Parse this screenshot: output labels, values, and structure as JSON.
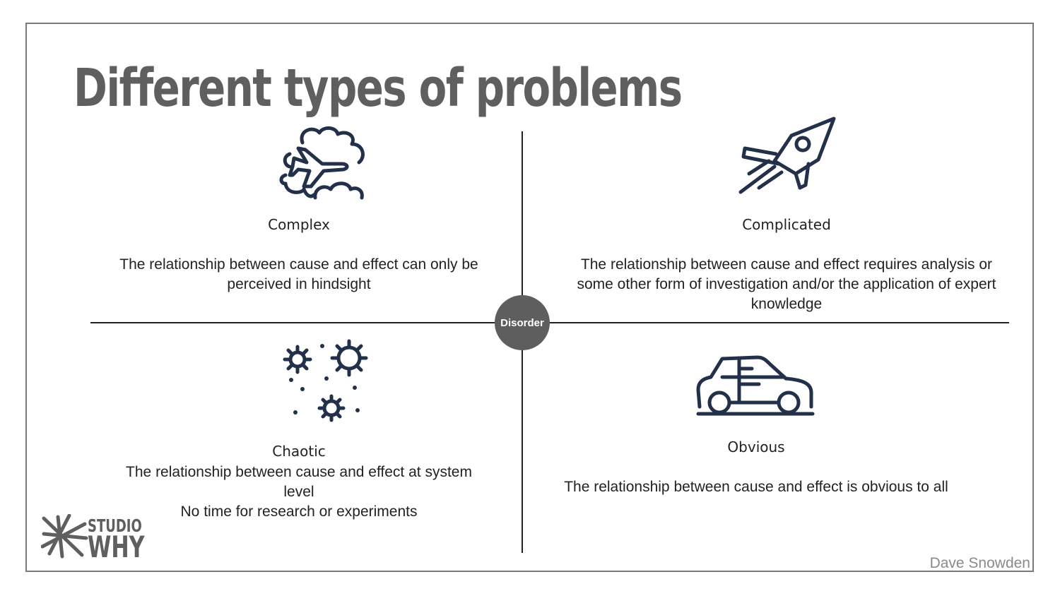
{
  "title": "Different types of problems",
  "center": {
    "label": "Disorder"
  },
  "quadrants": {
    "complex": {
      "icon": "airplane-clouds-icon",
      "label": "Complex",
      "description": [
        "The relationship between cause and effect can only be",
        "perceived in hindsight"
      ]
    },
    "complicated": {
      "icon": "rocket-icon",
      "label": "Complicated",
      "description": [
        "The relationship between cause and effect requires analysis or",
        "some other form of investigation and/or the application of expert",
        "knowledge"
      ]
    },
    "chaotic": {
      "icon": "gears-scattered-icon",
      "label": "Chaotic",
      "description": [
        "The relationship between cause and effect at system",
        "level",
        "No time for research or experiments"
      ]
    },
    "obvious": {
      "icon": "car-icon",
      "label": "Obvious",
      "description": [
        "The relationship between cause and effect is obvious to all"
      ]
    }
  },
  "logo": {
    "line1": "STUDIO",
    "line2": "WHY"
  },
  "credit": "Dave Snowden",
  "colors": {
    "icon": "#22304a",
    "title": "#5f5f5f",
    "disorder_fill": "#5e5e5e",
    "frame": "#7a7a7a"
  }
}
